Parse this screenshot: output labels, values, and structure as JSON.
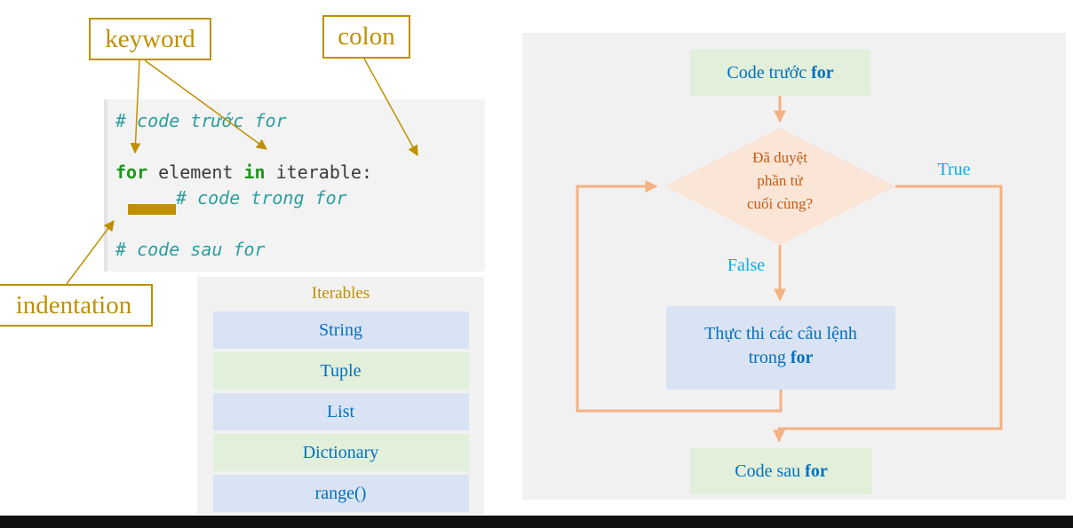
{
  "annotations": {
    "keyword_label": "keyword",
    "colon_label": "colon",
    "indentation_label": "indentation"
  },
  "code": {
    "line_before": "# code trước for",
    "for_kw": "for",
    "element": " element ",
    "in_kw": "in",
    "iterable": " iterable:",
    "line_inside": "# code trong for",
    "line_after": "# code sau for"
  },
  "iterables": {
    "title": "Iterables",
    "rows": [
      "String",
      "Tuple",
      "List",
      "Dictionary",
      "range()"
    ]
  },
  "flowchart": {
    "start_text": "Code trước ",
    "start_bold": "for",
    "condition_lines": [
      "Đã duyệt",
      "phần tử",
      "cuối cùng?"
    ],
    "true_label": "True",
    "false_label": "False",
    "body_line1": "Thực thi các câu lệnh",
    "body_line2": "trong ",
    "body_bold": "for",
    "end_text": "Code sau ",
    "end_bold": "for"
  },
  "colors": {
    "gold": "#BF9000",
    "salmon_arrow": "#F4B183",
    "diamond_fill": "#FBE5D6",
    "diamond_text": "#C55A11",
    "green_fill": "#E2EFDA",
    "blue_fill": "#DAE3F3",
    "blue_text": "#0070C0",
    "cyan_label": "#00B0F0",
    "comment_teal": "#2B9EA0",
    "keyword_green": "#1E961E"
  }
}
